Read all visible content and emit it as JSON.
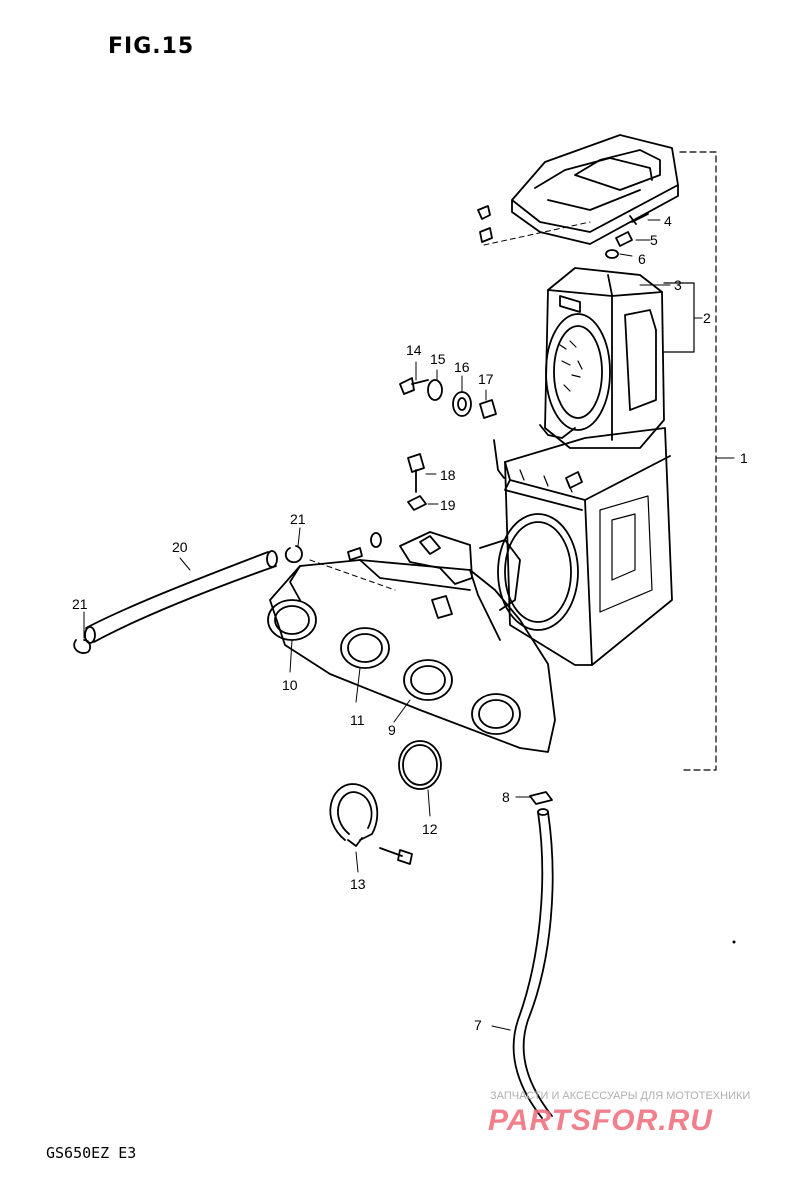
{
  "figure": {
    "title": "FIG.15",
    "model_code": "GS650EZ E3"
  },
  "callouts": [
    "1",
    "2",
    "3",
    "4",
    "5",
    "6",
    "7",
    "8",
    "9",
    "10",
    "11",
    "12",
    "13",
    "14",
    "15",
    "16",
    "17",
    "18",
    "19",
    "20",
    "21",
    "21"
  ],
  "watermark": {
    "tagline": "ЗАПЧАСТИ И АКСЕССУАРЫ ДЛЯ МОТОТЕХНИКИ",
    "logo": "PARTSFOR.RU",
    "color": "#f06a78"
  }
}
